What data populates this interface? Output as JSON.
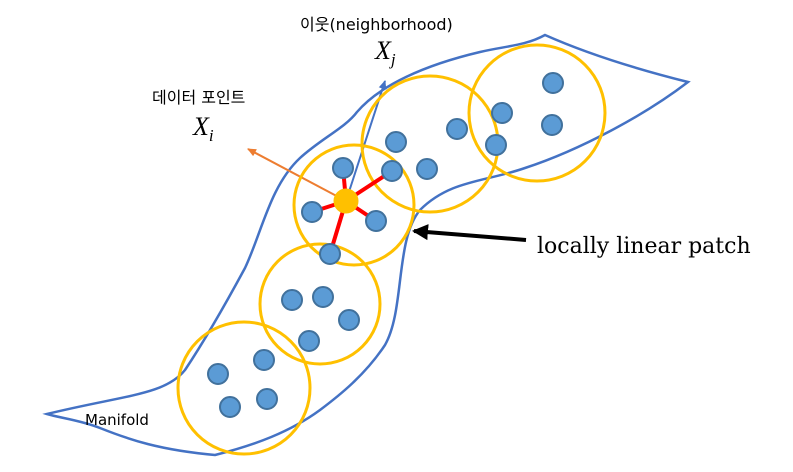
{
  "labels": {
    "neighborhood": "이웃(neighborhood)",
    "xj_base": "X",
    "xj_sub": "j",
    "datapoint": "데이터 포인트",
    "xi_base": "X",
    "xi_sub": "i",
    "patch": "locally linear patch",
    "manifold": "Manifold"
  },
  "colors": {
    "manifold": "#4472c4",
    "point_fill": "#5b9bd5",
    "point_stroke": "#41719c",
    "circle": "#ffc000",
    "center": "#ffc000",
    "link": "#ff0000",
    "arrow_i": "#ed7d31",
    "arrow_j": "#4472c4",
    "arrow_patch": "#000000"
  }
}
